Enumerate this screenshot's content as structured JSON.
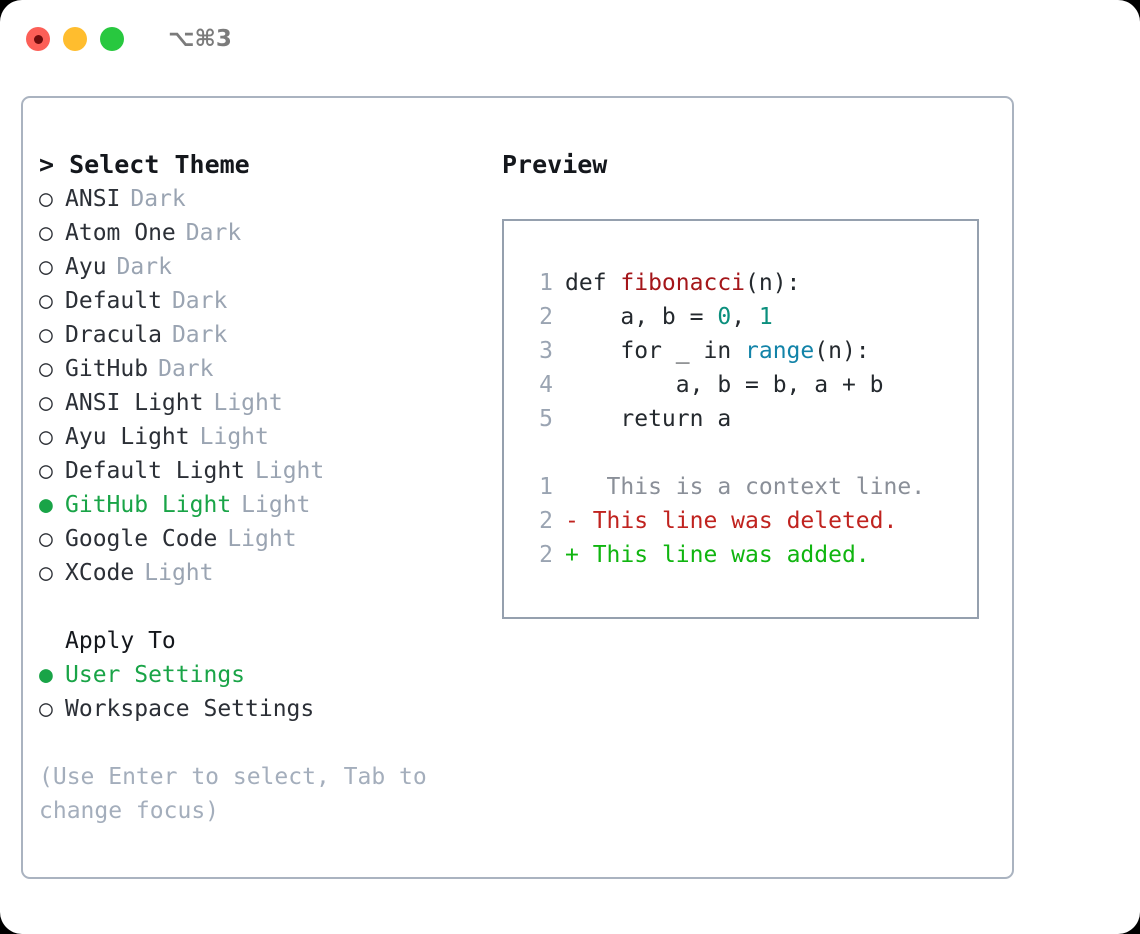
{
  "window": {
    "shortcut": "⌥⌘3",
    "traffic_lights": [
      {
        "name": "close",
        "color": "#fc5f57",
        "recording": true
      },
      {
        "name": "minimize",
        "color": "#ffbd2e",
        "recording": false
      },
      {
        "name": "maximize",
        "color": "#28c83f",
        "recording": false
      }
    ]
  },
  "theme_picker": {
    "heading": "> Select Theme",
    "items": [
      {
        "marker": "○",
        "label": "ANSI",
        "tag": "Dark",
        "selected": false
      },
      {
        "marker": "○",
        "label": "Atom One",
        "tag": "Dark",
        "selected": false
      },
      {
        "marker": "○",
        "label": "Ayu",
        "tag": "Dark",
        "selected": false
      },
      {
        "marker": "○",
        "label": "Default",
        "tag": "Dark",
        "selected": false
      },
      {
        "marker": "○",
        "label": "Dracula",
        "tag": "Dark",
        "selected": false
      },
      {
        "marker": "○",
        "label": "GitHub",
        "tag": "Dark",
        "selected": false
      },
      {
        "marker": "○",
        "label": "ANSI Light",
        "tag": "Light",
        "selected": false
      },
      {
        "marker": "○",
        "label": "Ayu Light",
        "tag": "Light",
        "selected": false
      },
      {
        "marker": "○",
        "label": "Default Light",
        "tag": "Light",
        "selected": false
      },
      {
        "marker": "●",
        "label": "GitHub Light",
        "tag": "Light",
        "selected": true
      },
      {
        "marker": "○",
        "label": "Google Code",
        "tag": "Light",
        "selected": false
      },
      {
        "marker": "○",
        "label": "XCode",
        "tag": "Light",
        "selected": false
      }
    ]
  },
  "apply_to": {
    "heading": "Apply To",
    "items": [
      {
        "marker": "●",
        "label": "User Settings",
        "selected": true
      },
      {
        "marker": "○",
        "label": "Workspace Settings",
        "selected": false
      }
    ]
  },
  "hint": "(Use Enter to select, Tab to change focus)",
  "preview": {
    "heading": "Preview",
    "code_lines": [
      {
        "no": "1",
        "tokens": [
          {
            "t": "def ",
            "c": "plain"
          },
          {
            "t": "fibonacci",
            "c": "func"
          },
          {
            "t": "(n):",
            "c": "plain"
          }
        ]
      },
      {
        "no": "2",
        "tokens": [
          {
            "t": "    a, b = ",
            "c": "plain"
          },
          {
            "t": "0",
            "c": "num"
          },
          {
            "t": ", ",
            "c": "plain"
          },
          {
            "t": "1",
            "c": "num"
          }
        ]
      },
      {
        "no": "3",
        "tokens": [
          {
            "t": "    for _ in ",
            "c": "plain"
          },
          {
            "t": "range",
            "c": "call"
          },
          {
            "t": "(n):",
            "c": "plain"
          }
        ]
      },
      {
        "no": "4",
        "tokens": [
          {
            "t": "        a, b = b, a + b",
            "c": "plain"
          }
        ]
      },
      {
        "no": "5",
        "tokens": [
          {
            "t": "    return a",
            "c": "plain"
          }
        ]
      }
    ],
    "diff_lines": [
      {
        "no": "1",
        "marker": " ",
        "text": "  This is a context line.",
        "kind": "ctx"
      },
      {
        "no": "2",
        "marker": "-",
        "text": " This line was deleted.",
        "kind": "del"
      },
      {
        "no": "2",
        "marker": "+",
        "text": " This line was added.",
        "kind": "add"
      }
    ]
  },
  "colors": {
    "accent_green": "#19a447",
    "diff_add": "#10b510",
    "diff_delete": "#c0231f",
    "syntax_function": "#a4161a",
    "syntax_call": "#1283a8",
    "syntax_number": "#0b8f7d",
    "muted": "#9aa4b2",
    "border": "#aab3c0"
  }
}
